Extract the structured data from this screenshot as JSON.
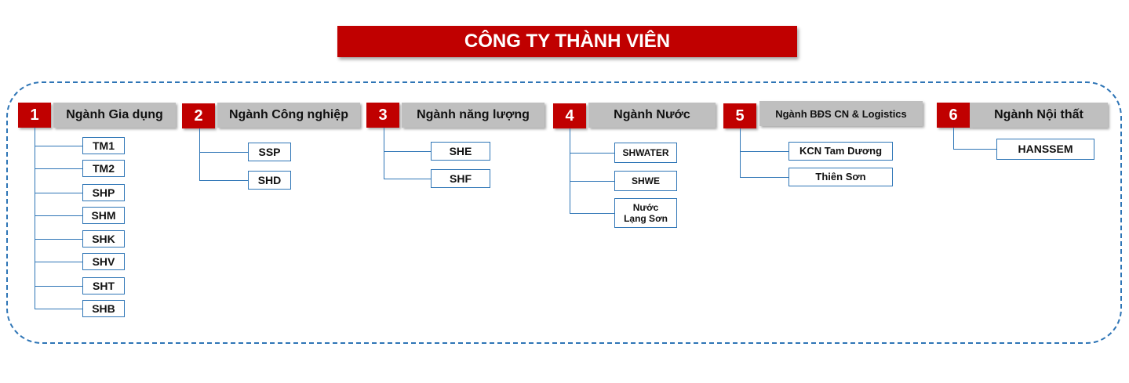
{
  "title": "CÔNG TY THÀNH VIÊN",
  "groups": [
    {
      "number": "1",
      "name": "Ngành Gia dụng",
      "members": [
        "TM1",
        "TM2",
        "SHP",
        "SHM",
        "SHK",
        "SHV",
        "SHT",
        "SHB"
      ]
    },
    {
      "number": "2",
      "name": "Ngành Công nghiệp",
      "members": [
        "SSP",
        "SHD"
      ]
    },
    {
      "number": "3",
      "name": "Ngành năng lượng",
      "members": [
        "SHE",
        "SHF"
      ]
    },
    {
      "number": "4",
      "name": "Ngành Nước",
      "members": [
        "SHWATER",
        "SHWE",
        "Nước\nLạng Sơn"
      ]
    },
    {
      "number": "5",
      "name": "Ngành BĐS CN & Logistics",
      "members": [
        "KCN Tam Dương",
        "Thiên Sơn"
      ]
    },
    {
      "number": "6",
      "name": "Ngành Nội thất",
      "members": [
        "HANSSEM"
      ]
    }
  ],
  "colors": {
    "accent": "#c00000",
    "header_bg": "#bfbfbf",
    "line": "#2e75b6"
  }
}
